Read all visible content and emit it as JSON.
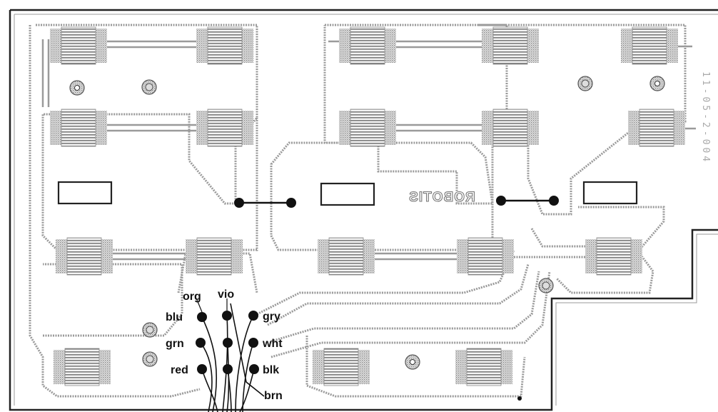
{
  "board": {
    "brand_mark": "ROBOTIS",
    "side_code": "11-05-2-004",
    "trace_color": "#9a9a9a",
    "outline_color": "#222222",
    "dot_color": "#111111",
    "pad_color": "#b8b8b8"
  },
  "wire_labels": {
    "org": "org",
    "vio": "vio",
    "blu": "blu",
    "gry": "gry",
    "grn": "grn",
    "wht": "wht",
    "red": "red",
    "blk": "blk",
    "brn": "brn"
  }
}
